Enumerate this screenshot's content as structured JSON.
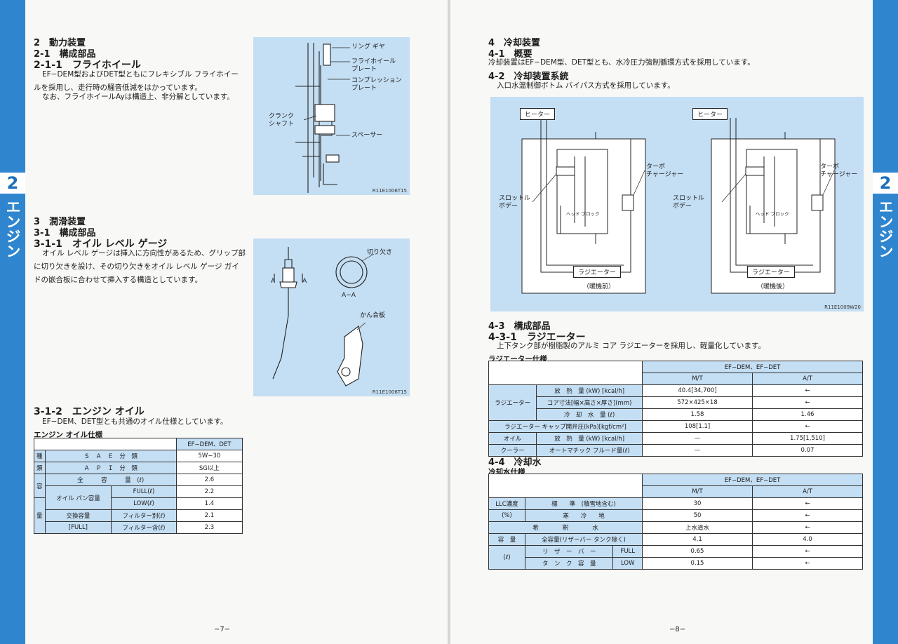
{
  "left_page": {
    "tab": {
      "number": "2",
      "text": "エンジン"
    },
    "sec2": {
      "h1": "2　動力装置",
      "h2": "2-1　構成部品",
      "h3": "2-1-1　フライホイール",
      "body1": "EF−DEM型およびDET型ともにフレキシブル フライホイールを採用し、走行時の騒音低減をはかっています。",
      "body2": "なお、フライホイールAyは構造上、非分解としています。"
    },
    "fig1": {
      "code": "R11E1006T15",
      "labels": {
        "ring_gear": "リング ギヤ",
        "flywheel_plate": "フライホイール\nプレート",
        "compression_plate": "コンプレッション\nプレート",
        "crankshaft": "クランク\nシャフト",
        "spacer": "スペーサー"
      }
    },
    "sec3": {
      "h1": "3　潤滑装置",
      "h2": "3-1　構成部品",
      "h3": "3-1-1　オイル レベル ゲージ",
      "body": "オイル レベル ゲージは挿入に方向性があるため、グリップ部に切り欠きを設け、その切り欠きをオイル レベル ゲージ ガイドの嵌合板に合わせて挿入する構造としています。"
    },
    "fig2": {
      "code": "R11E1006T15",
      "labels": {
        "notch": "切り欠き",
        "section_a": "A",
        "section_aa": "A−A",
        "fitting_plate": "かん合板"
      }
    },
    "sec312": {
      "h3": "3-1-2　エンジン オイル",
      "body": "EF−DEM、DET型とも共通のオイル仕様としています。"
    },
    "oil_table": {
      "caption": "エンジン オイル仕様",
      "header": "EF−DEM、DET",
      "group_kind": [
        "種",
        "類"
      ],
      "group_capacity": [
        "容",
        "量"
      ],
      "sae_label": "Ｓ　Ａ　Ｅ　分　類",
      "sae_value": "5W−30",
      "api_label": "Ａ　Ｐ　Ｉ　分　類",
      "api_value": "SG以上",
      "total_label": "全　　　容　　　量　(ℓ)",
      "total_value": "2.6",
      "pan_label": "オイル パン容量",
      "full_label": "FULL(ℓ)",
      "full_value": "2.2",
      "low_label": "LOW(ℓ)",
      "low_value": "1.4",
      "exchange_label": "交換容量",
      "exchange_label2": "[FULL]",
      "filter_sep_label": "フィルター別(ℓ)",
      "filter_sep_value": "2.1",
      "filter_inc_label": "フィルター含(ℓ)",
      "filter_inc_value": "2.3"
    },
    "page_number": "−7−"
  },
  "right_page": {
    "tab": {
      "number": "2",
      "text": "エンジン"
    },
    "sec4": {
      "h1": "4　冷却装置",
      "h2": "4-1　概要",
      "body1": "冷却装置はEF−DEM型、DET型とも、水冷圧力強制循環方式を採用しています。",
      "h2b": "4-2　冷却装置系統",
      "body2": "入口水温制御ボトム バイパス方式を採用しています。"
    },
    "cooling_fig": {
      "code": "R11E1009W20",
      "left": {
        "heater": "ヒーター",
        "turbo": "ターボ\nチャージャー",
        "throttle": "スロットル\nボデー",
        "head": "ヘッド ブロック",
        "radiator": "ラジエーター",
        "caption": "（暖機前）"
      },
      "right": {
        "heater": "ヒーター",
        "turbo": "ターボ\nチャージャー",
        "throttle": "スロットル\nボデー",
        "head": "ヘッド ブロック",
        "radiator": "ラジエーター",
        "caption": "（暖機後）"
      }
    },
    "sec43": {
      "h2": "4-3　構成部品",
      "h3": "4-3-1　ラジエーター",
      "body": "上下タンク部が樹脂製のアルミ コア ラジエーターを採用し、軽量化しています。"
    },
    "radiator_table": {
      "caption": "ラジエーター仕様",
      "header": "EF−DEM、EF−DET",
      "mt": "M/T",
      "at": "A/T",
      "group_radiator": "ラジエーター",
      "heat_label": "放　熱　量 (kW) [kcal/h]",
      "heat_mt": "40.4[34,700]",
      "heat_at": "←",
      "core_label": "コア寸法[幅×高さ×厚さ](mm)",
      "core_mt": "572×425×18",
      "core_at": "←",
      "water_label": "冷　却　水　量 (ℓ)",
      "water_mt": "1.58",
      "water_at": "1.46",
      "cap_label": "ラジエーター キャップ開弁圧(kPa)[kgf/cm²]",
      "cap_mt": "108[1.1]",
      "cap_at": "←",
      "group_oil": "オイル",
      "group_cooler": "クーラー",
      "oil_heat_label": "放　熱　量 (kW) [kcal/h]",
      "oil_heat_mt": "—",
      "oil_heat_at": "1.75[1,510]",
      "atf_label": "オートマチック フルード量(ℓ)",
      "atf_mt": "—",
      "atf_at": "0.07"
    },
    "sec44": {
      "h2": "4-4　冷却水"
    },
    "coolant_table": {
      "caption": "冷却水仕様",
      "header": "EF−DEM、EF−DET",
      "mt": "M/T",
      "at": "A/T",
      "llc_label": "LLC濃度",
      "llc_unit": "(%)",
      "std_label": "標　　準　(積雪地含む)",
      "std_mt": "30",
      "std_at": "←",
      "cold_label": "寒　　冷　　地",
      "cold_mt": "50",
      "cold_at": "←",
      "dil_label": "希　　　　釈　　　　水",
      "dil_mt": "上水道水",
      "dil_at": "←",
      "cap_label": "容　量",
      "cap_unit": "(ℓ)",
      "total_label": "全容量(リザーバー タンク除く)",
      "total_mt": "4.1",
      "total_at": "4.0",
      "reserve_label": "リ　ザ　ー　バ　ー",
      "reserve_label2": "タ　ン　ク　容　量",
      "full_label": "FULL",
      "full_mt": "0.65",
      "full_at": "←",
      "low_label": "LOW",
      "low_mt": "0.15",
      "low_at": "←"
    },
    "page_number": "−8−"
  }
}
